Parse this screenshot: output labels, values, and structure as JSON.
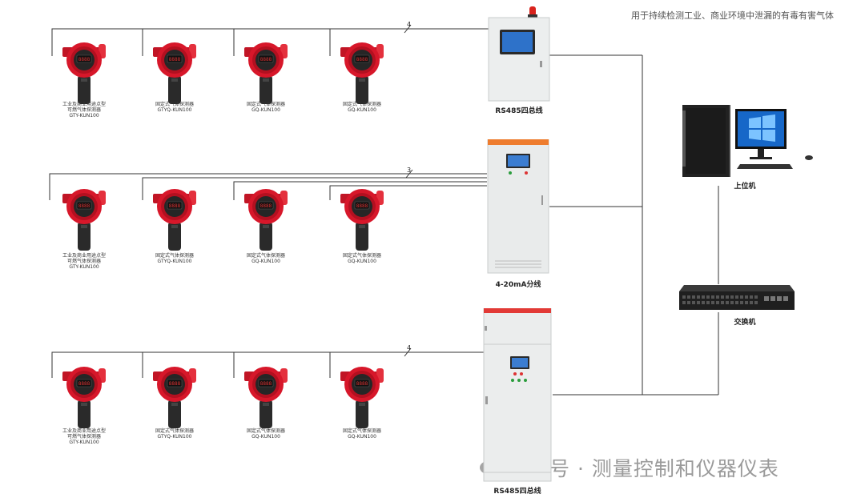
{
  "header_note": "用于持续检测工业、商业环境中泄漏的有毒有害气体",
  "rows": [
    {
      "cable_count": "4",
      "panel_label": "RS485四总线",
      "detectors": [
        {
          "line1": "工业及商业用途点型",
          "line2": "可燃气体探测器",
          "line3": "GTY-KUN100"
        },
        {
          "line1": "固定式气体探测器",
          "line2": "GTYQ-KUN100"
        },
        {
          "line1": "固定式气体探测器",
          "line2": "GQ-KUN100"
        },
        {
          "line1": "固定式气体探测器",
          "line2": "GQ-KUN100"
        }
      ]
    },
    {
      "cable_count": "3",
      "panel_label": "4-20mA分线",
      "detectors": [
        {
          "line1": "工业及商业用途点型",
          "line2": "可燃气体探测器",
          "line3": "GTY-KUN100"
        },
        {
          "line1": "固定式气体探测器",
          "line2": "GTYQ-KUN100"
        },
        {
          "line1": "固定式气体探测器",
          "line2": "GQ-KUN100"
        },
        {
          "line1": "固定式气体探测器",
          "line2": "GQ-KUN100"
        }
      ]
    },
    {
      "cable_count": "4",
      "panel_label": "RS485四总线",
      "detectors": [
        {
          "line1": "工业及商业用途点型",
          "line2": "可燃气体探测器",
          "line3": "GTY-KUN100"
        },
        {
          "line1": "固定式气体探测器",
          "line2": "GTYQ-KUN100"
        },
        {
          "line1": "固定式气体探测器",
          "line2": "GQ-KUN100"
        },
        {
          "line1": "固定式气体探测器",
          "line2": "GQ-KUN100"
        }
      ]
    }
  ],
  "computer_label": "上位机",
  "switch_label": "交换机",
  "watermark": "公众号 · 测量控制和仪器仪表",
  "colors": {
    "detector_red": "#d7172a",
    "line": "#333333",
    "cabinet": "#eceeee",
    "orange_header": "#ee7c2e",
    "red_header": "#e23a36"
  }
}
